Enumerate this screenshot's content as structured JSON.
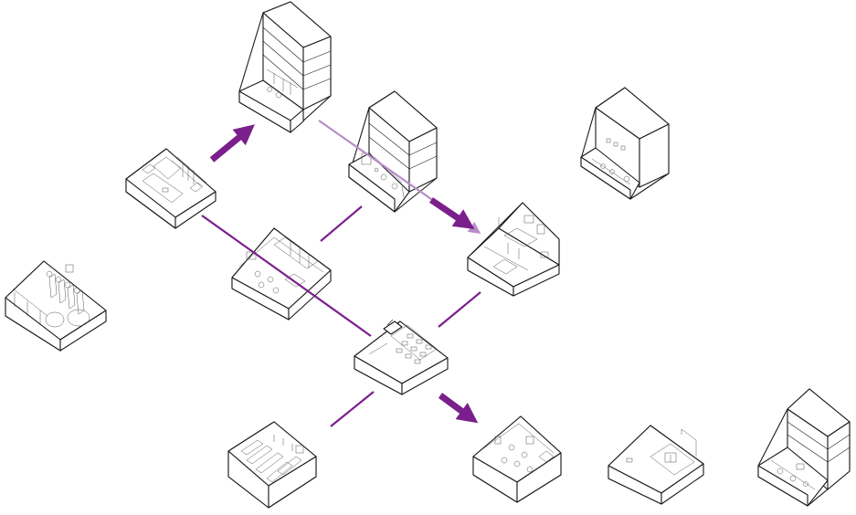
{
  "diagram": {
    "kind": "isometric room flow diagram",
    "background": "#ffffff",
    "colors": {
      "arrow_strong": "#7a1f8c",
      "arrow_light": "#b98cc8",
      "line_ink": "#1a1a1a",
      "wall_fill": "#ffffff",
      "floor_fill": "#ffffff"
    },
    "modules": [
      {
        "id": "tower-top-center",
        "kind": "tower"
      },
      {
        "id": "tower-center",
        "kind": "tower"
      },
      {
        "id": "tower-top-right",
        "kind": "tower"
      },
      {
        "id": "room-left-upper",
        "kind": "room"
      },
      {
        "id": "room-left-lower",
        "kind": "room"
      },
      {
        "id": "room-center",
        "kind": "room"
      },
      {
        "id": "room-right-middle",
        "kind": "room"
      },
      {
        "id": "room-hub",
        "kind": "room"
      },
      {
        "id": "room-bottom-left",
        "kind": "room"
      },
      {
        "id": "room-bottom-center",
        "kind": "room"
      },
      {
        "id": "room-bottom-right",
        "kind": "room"
      },
      {
        "id": "tower-bottom-right",
        "kind": "tower"
      }
    ],
    "arrows": [
      {
        "from": "room-left-upper",
        "to": "tower-top-center",
        "style": "strong-thick"
      },
      {
        "from": "tower-top-center",
        "to": "room-right-middle",
        "style": "light"
      },
      {
        "from": "tower-center",
        "to": "room-right-middle",
        "style": "strong-thick"
      },
      {
        "from": "tower-center",
        "to": "room-center",
        "style": "strong-thin"
      },
      {
        "from": "room-left-upper",
        "to": "room-hub",
        "style": "strong-thin"
      },
      {
        "from": "room-right-middle",
        "to": "room-hub",
        "style": "strong-thin"
      },
      {
        "from": "room-hub",
        "to": "room-bottom-left",
        "style": "strong-thin"
      },
      {
        "from": "room-hub",
        "to": "room-bottom-center",
        "style": "strong-thick"
      }
    ]
  }
}
